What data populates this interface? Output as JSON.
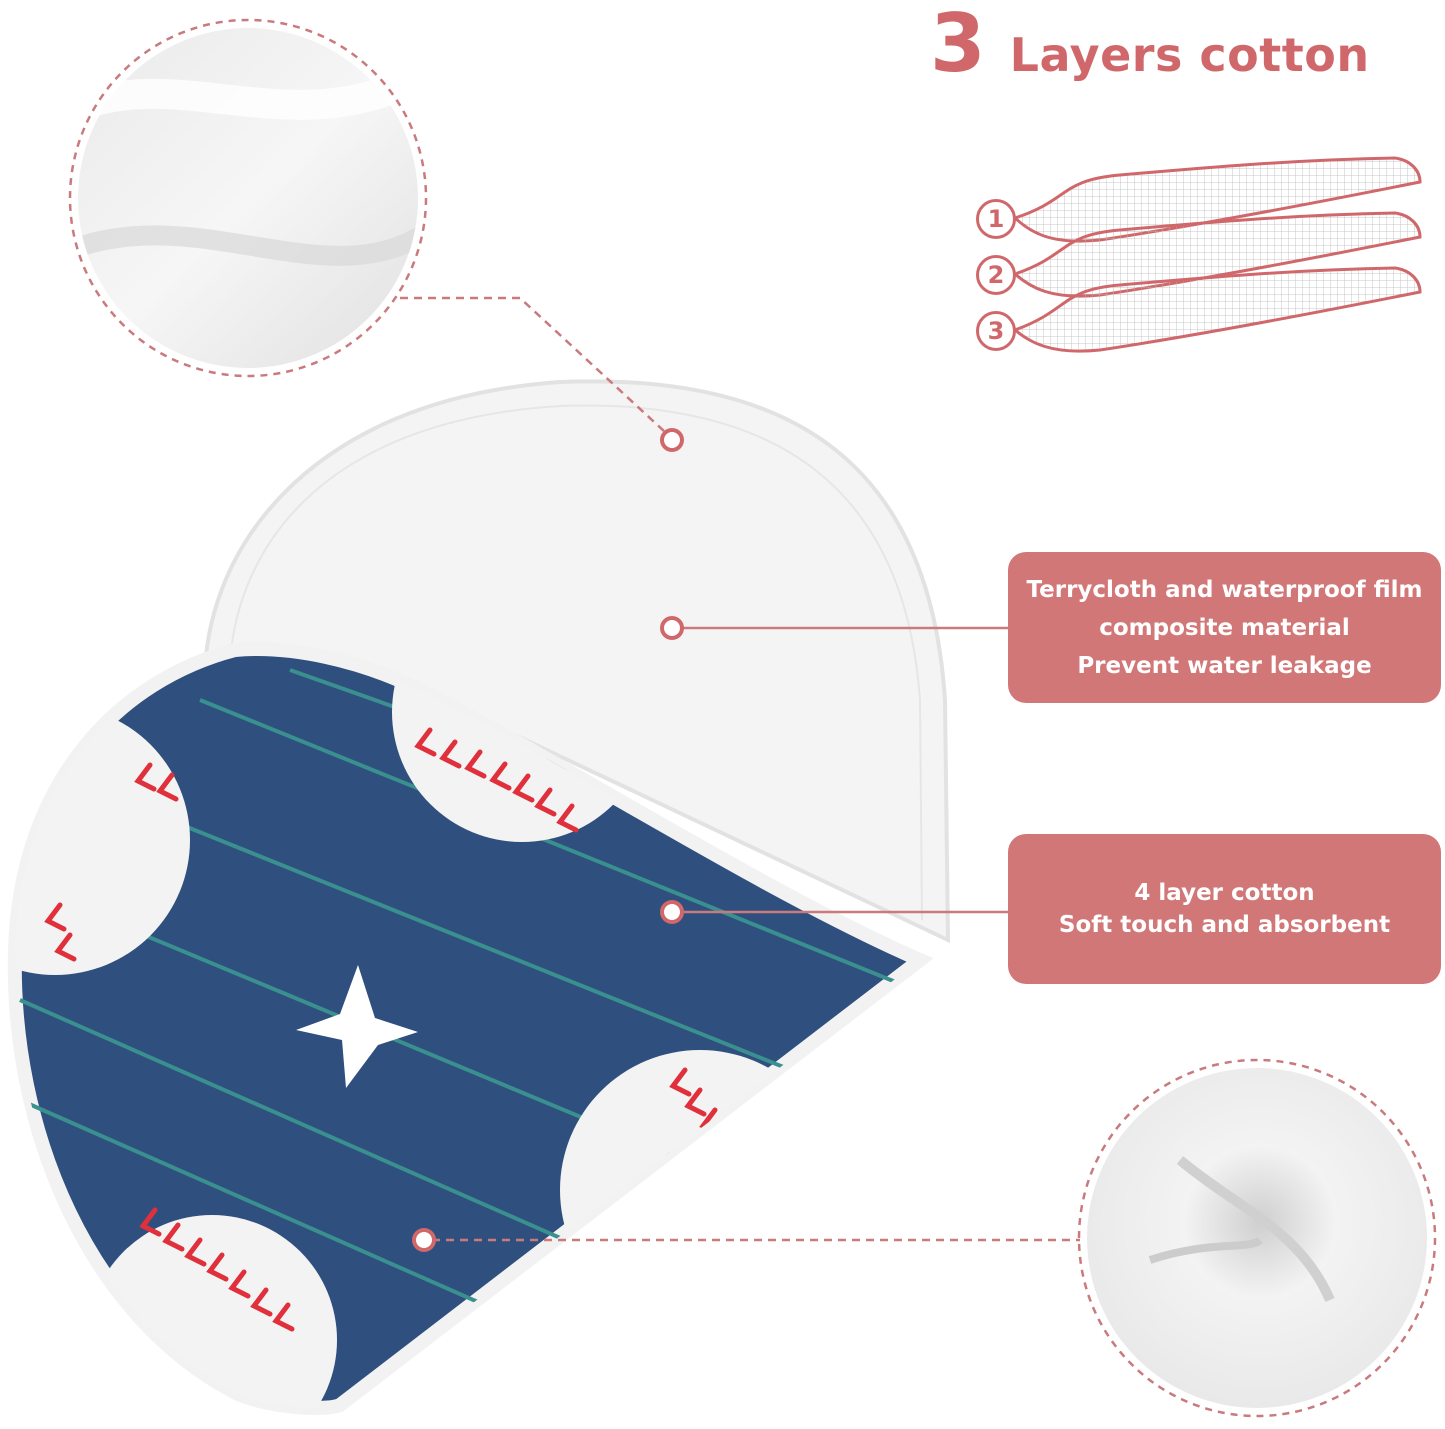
{
  "headline": {
    "number": "3",
    "text": "Layers cotton"
  },
  "layers": [
    {
      "label": "1"
    },
    {
      "label": "2"
    },
    {
      "label": "3"
    }
  ],
  "callouts": {
    "terrycloth": [
      "Terrycloth and waterproof film",
      "composite material",
      "Prevent water leakage"
    ],
    "cotton": [
      "4 layer cotton",
      "Soft touch and absorbent"
    ]
  },
  "colors": {
    "accent": "#d0686b",
    "callout_bg": "#d27777",
    "fabric_navy": "#2f4f7e",
    "stripe_teal": "#3a8f8f",
    "stitch_red": "#e0303c"
  },
  "icons": {
    "star": "star-icon",
    "baseball": "baseball-icon"
  }
}
